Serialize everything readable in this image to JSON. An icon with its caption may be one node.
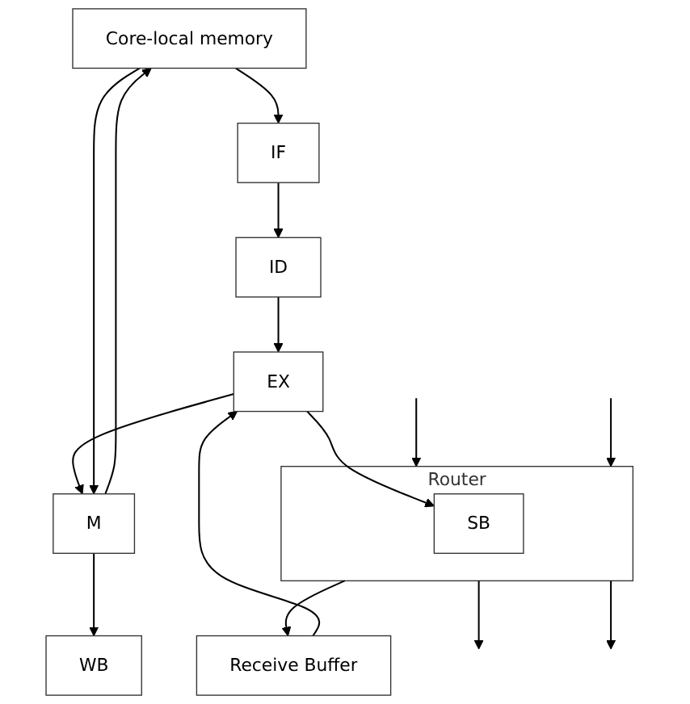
{
  "diagram": {
    "nodes": [
      {
        "text": [
          "Core-local memory"
        ]
      },
      {
        "text": [
          "IF"
        ]
      },
      {
        "text": [
          "ID"
        ]
      },
      {
        "text": [
          "EX"
        ]
      },
      {
        "text": [
          "M"
        ]
      },
      {
        "text": [
          "WB"
        ]
      },
      {
        "text": [
          "Receive Buffer"
        ]
      },
      {
        "text": [
          "Router"
        ]
      },
      {
        "text": [
          "SB"
        ],
        "in": 7
      }
    ],
    "edges": [
      {
        "from": 0,
        "to": 1,
        "arrow": "to"
      },
      {
        "from": 1,
        "to": 2,
        "arrow": "to"
      },
      {
        "from": 2,
        "to": 3,
        "arrow": "to"
      },
      {
        "from": 3,
        "to": 4,
        "arrow": "to"
      },
      {
        "from": 4,
        "to": 5,
        "arrow": "to"
      },
      {
        "from": 0,
        "to": 4,
        "arrow": "to"
      },
      {
        "from": 4,
        "to": 0,
        "arrow": "to"
      },
      {
        "from": 6,
        "to": 3,
        "arrow": "to"
      },
      {
        "from": 7,
        "to": 6,
        "arrow": "to"
      },
      {
        "from": 3,
        "to": 8,
        "arrow": "to"
      },
      {
        "from": null,
        "to": 7,
        "arrow": "to"
      },
      {
        "from": 7,
        "to": null,
        "arrow": "to"
      },
      {
        "from": 7,
        "to": null,
        "arrow": "to"
      },
      {
        "from": null,
        "to": 7,
        "arrow": "to"
      }
    ]
  }
}
